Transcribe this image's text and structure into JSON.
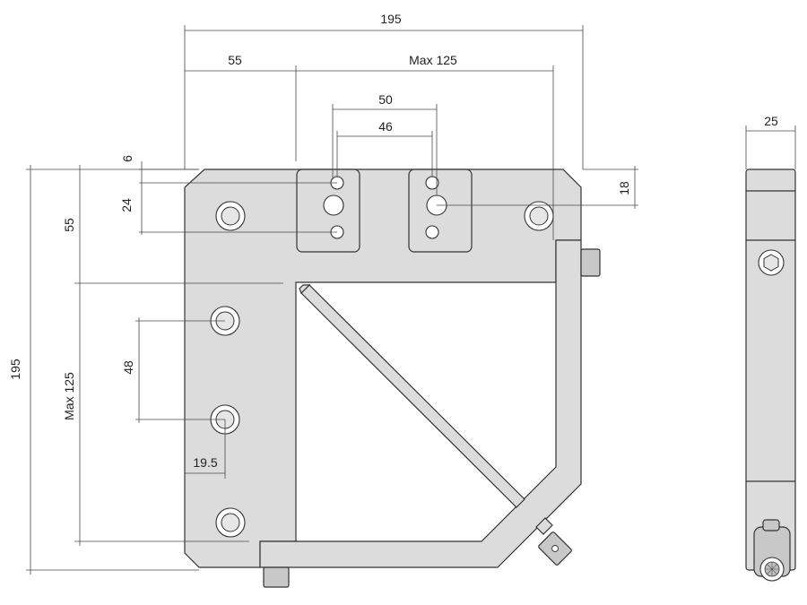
{
  "dimensions": {
    "overall_width": "195",
    "left_offset": "55",
    "max_width": "Max 125",
    "slot_outer": "50",
    "slot_inner": "46",
    "top_edge": "6",
    "hole_spacing_top": "24",
    "right_hole_offset": "18",
    "overall_height": "195",
    "left_vertical_offset": "55",
    "max_height": "Max 125",
    "hole_spacing_left": "48",
    "hole_x_offset": "19.5",
    "side_thickness": "25"
  },
  "colors": {
    "body": "#dcdcdc",
    "outline": "#333333",
    "dimension_line": "#4a4a4a"
  }
}
